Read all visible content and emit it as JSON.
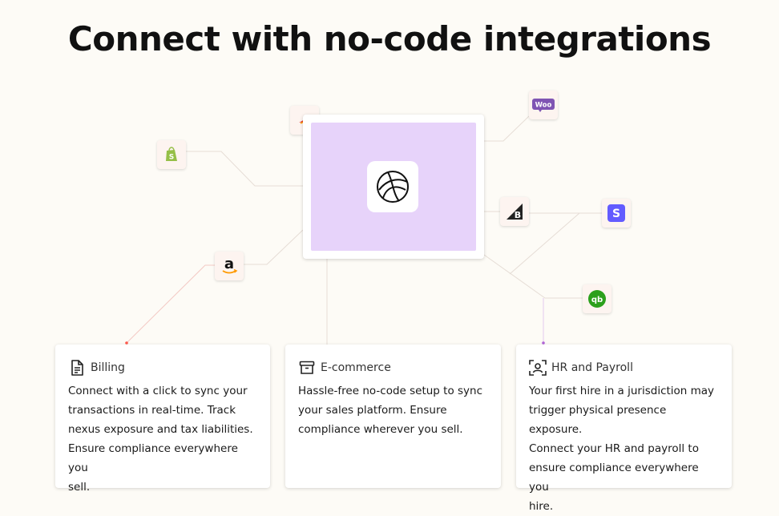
{
  "page": {
    "title": "Connect with no-code integrations"
  },
  "integrations": {
    "woo_label": "Woo",
    "stripe_label": "S",
    "amazon_label": "a",
    "quickbooks_label": "qb",
    "bigcommerce_label": "B"
  },
  "cards": [
    {
      "title": "Billing",
      "icon": "document-icon",
      "text": "Connect with a click to sync your\ntransactions in real-time. Track\nnexus exposure and tax liabilities.\nEnsure compliance everywhere you\nsell."
    },
    {
      "title": "E-commerce",
      "icon": "box-icon",
      "text": "Hassle-free no-code setup to sync\nyour sales platform. Ensure\ncompliance wherever you sell."
    },
    {
      "title": "HR and Payroll",
      "icon": "person-scan-icon",
      "text": "Your first hire in a jurisdiction may\ntrigger physical presence exposure.\nConnect your HR and payroll to\nensure compliance everywhere you\nhire."
    }
  ],
  "colors": {
    "background": "#fdfbf6",
    "hub": "#e7d3fa",
    "woo": "#7f54b3",
    "stripe": "#635bff",
    "shopify": "#95bf47",
    "quickbooks": "#2ca01c",
    "amazon_orange": "#ff9900"
  }
}
